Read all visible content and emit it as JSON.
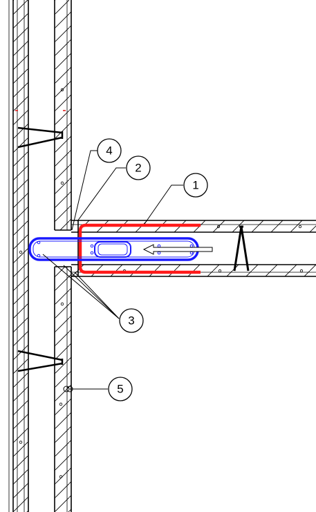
{
  "colors": {
    "line": "#000000",
    "red_rebar": "#ff1a1a",
    "blue_rebar": "#1a1aff",
    "red_tick": "#e02020",
    "background": "#ffffff"
  },
  "callouts": [
    {
      "id": "1",
      "label": "1"
    },
    {
      "id": "2",
      "label": "2"
    },
    {
      "id": "3",
      "label": "3"
    },
    {
      "id": "4",
      "label": "4"
    },
    {
      "id": "5",
      "label": "5"
    }
  ]
}
